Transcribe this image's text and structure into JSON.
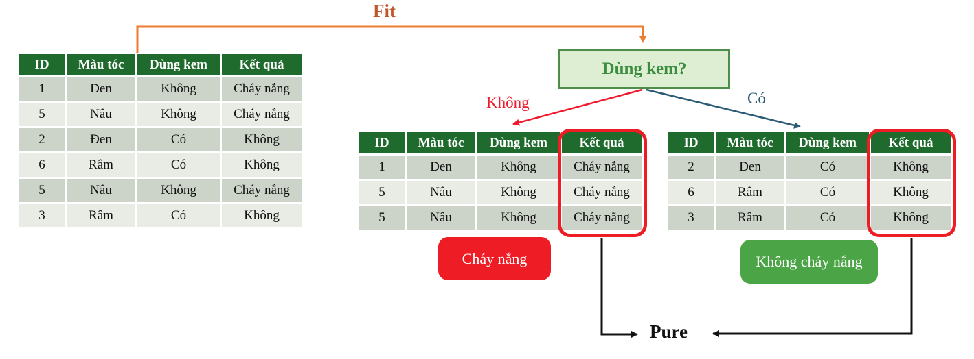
{
  "fit": {
    "label": "Fit"
  },
  "decision": {
    "question": "Dùng kem?"
  },
  "branch_no": {
    "label": "Không"
  },
  "branch_yes": {
    "label": "Có"
  },
  "badge_sunburn": {
    "label": "Cháy nắng"
  },
  "badge_no_sunburn": {
    "label": "Không cháy nắng"
  },
  "pure": {
    "label": "Pure"
  },
  "columns": [
    "ID",
    "Màu tóc",
    "Dùng kem",
    "Kết quả"
  ],
  "full_table": {
    "rows": [
      [
        "1",
        "Đen",
        "Không",
        "Cháy nắng"
      ],
      [
        "5",
        "Nâu",
        "Không",
        "Cháy nắng"
      ],
      [
        "2",
        "Đen",
        "Có",
        "Không"
      ],
      [
        "6",
        "Râm",
        "Có",
        "Không"
      ],
      [
        "5",
        "Nâu",
        "Không",
        "Cháy nắng"
      ],
      [
        "3",
        "Râm",
        "Có",
        "Không"
      ]
    ]
  },
  "no_cream_table": {
    "rows": [
      [
        "1",
        "Đen",
        "Không",
        "Cháy nắng"
      ],
      [
        "5",
        "Nâu",
        "Không",
        "Cháy nắng"
      ],
      [
        "5",
        "Nâu",
        "Không",
        "Cháy nắng"
      ]
    ]
  },
  "cream_table": {
    "rows": [
      [
        "2",
        "Đen",
        "Có",
        "Không"
      ],
      [
        "6",
        "Râm",
        "Có",
        "Không"
      ],
      [
        "3",
        "Râm",
        "Có",
        "Không"
      ]
    ]
  },
  "colors": {
    "table_header_green": "#1E6B2D",
    "row_dark": "#CCD3C8",
    "row_light": "#E9ECE5",
    "decision_fill": "#DDEED3",
    "decision_border": "#4E8D4A",
    "decision_text": "#3A8C3F",
    "fit_arrow_orange": "#ED7D31",
    "fit_text": "#C0562B",
    "branch_no_red": "#F0192D",
    "branch_yes_blue": "#2A5A74",
    "highlight_red": "#EE1C25",
    "badge_red": "#EE1C25",
    "badge_green": "#4BA546",
    "pure_black": "#111111"
  }
}
